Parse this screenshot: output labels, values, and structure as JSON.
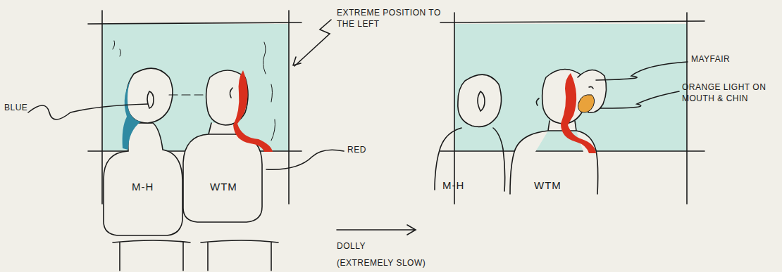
{
  "diagram": {
    "labels": [
      "EXTREME POSITION TO THE LEFT",
      "BLUE",
      "RED",
      "M-H",
      "WTM",
      "DOLLY",
      "(EXTREMELY SLOW)",
      "MAYFAIR",
      "ORANGE LIGHT ON MOUTH & CHIN",
      "M-H",
      "WTM"
    ]
  }
}
